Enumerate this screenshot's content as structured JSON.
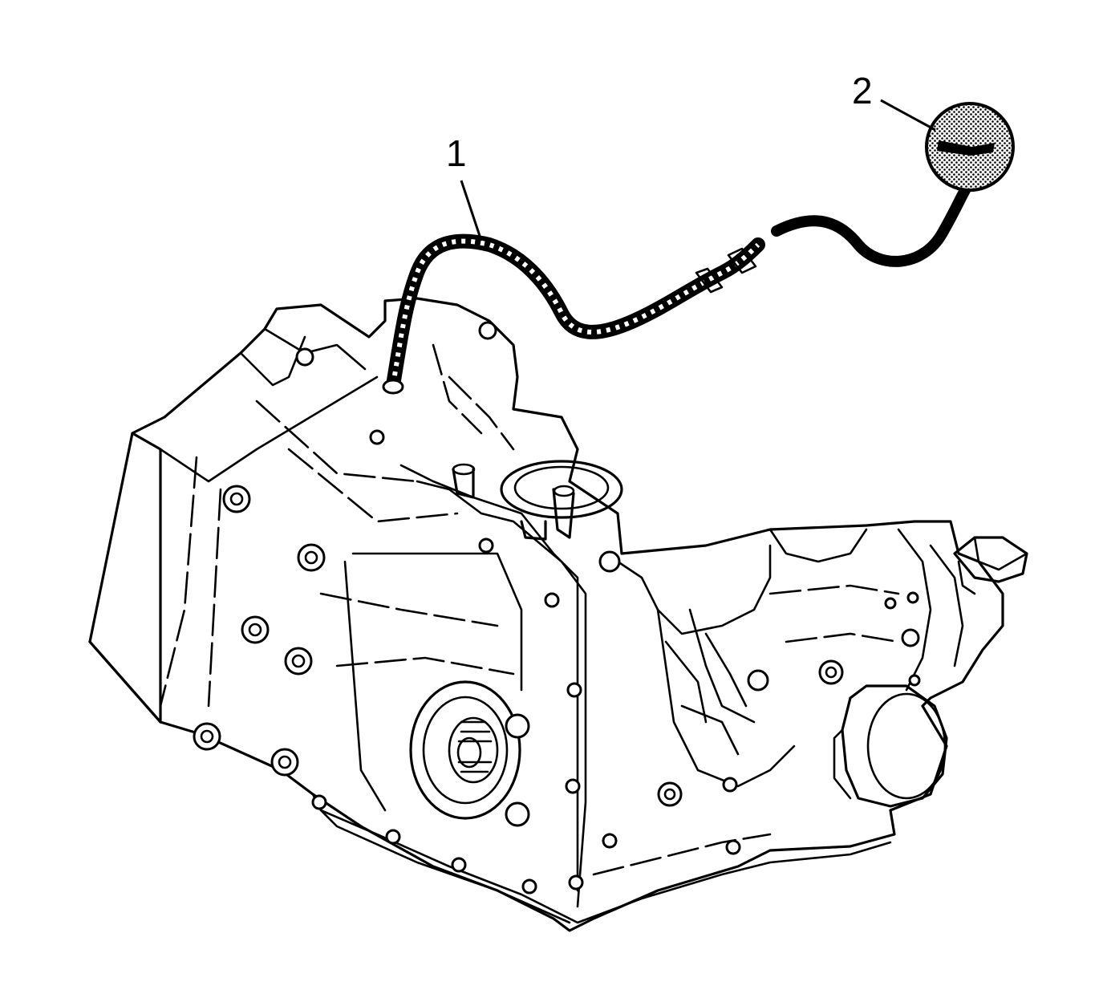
{
  "diagram": {
    "callouts": [
      {
        "label": "1"
      },
      {
        "label": "2"
      }
    ],
    "components": {
      "callout_1": "dipstick-tube",
      "callout_2": "dipstick-cap"
    },
    "colors": {
      "line": "#000000",
      "background": "#ffffff",
      "cap_fill": "#9a9a9a"
    }
  }
}
